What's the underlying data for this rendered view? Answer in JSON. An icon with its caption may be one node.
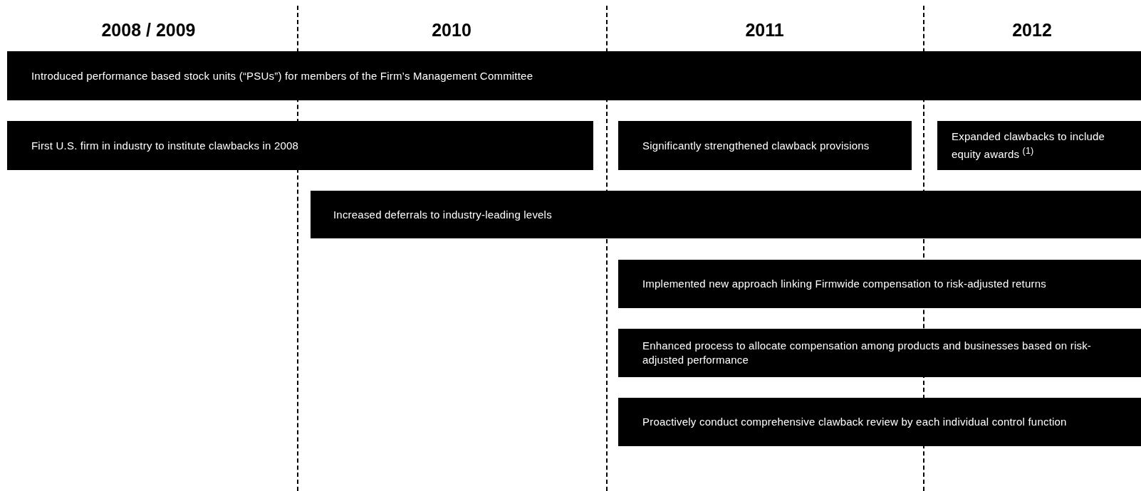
{
  "diagram": {
    "nodes": [
      {
        "text": [
          "Introduced performance based stock units (“PSUs”) for members of the Firm’s Management Committee"
        ]
      },
      {
        "text": [
          "First U.S. firm in industry to institute clawbacks in 2008"
        ]
      },
      {
        "text": [
          "Significantly strengthened clawback provisions"
        ]
      },
      {
        "text": [
          "Expanded clawbacks to include equity awards $^{(1)}$"
        ]
      },
      {
        "text": [
          "Increased deferrals to industry-leading levels"
        ]
      },
      {
        "text": [
          "Implemented new approach linking Firmwide compensation to risk-adjusted returns"
        ]
      },
      {
        "text": [
          "Enhanced process to allocate compensation among products and businesses based on risk-adjusted performance"
        ]
      },
      {
        "text": [
          "Proactively conduct comprehensive clawback review by each individual control function"
        ]
      }
    ],
    "labels": [
      "2008 / 2009",
      "2010",
      "2011",
      "2012"
    ]
  }
}
